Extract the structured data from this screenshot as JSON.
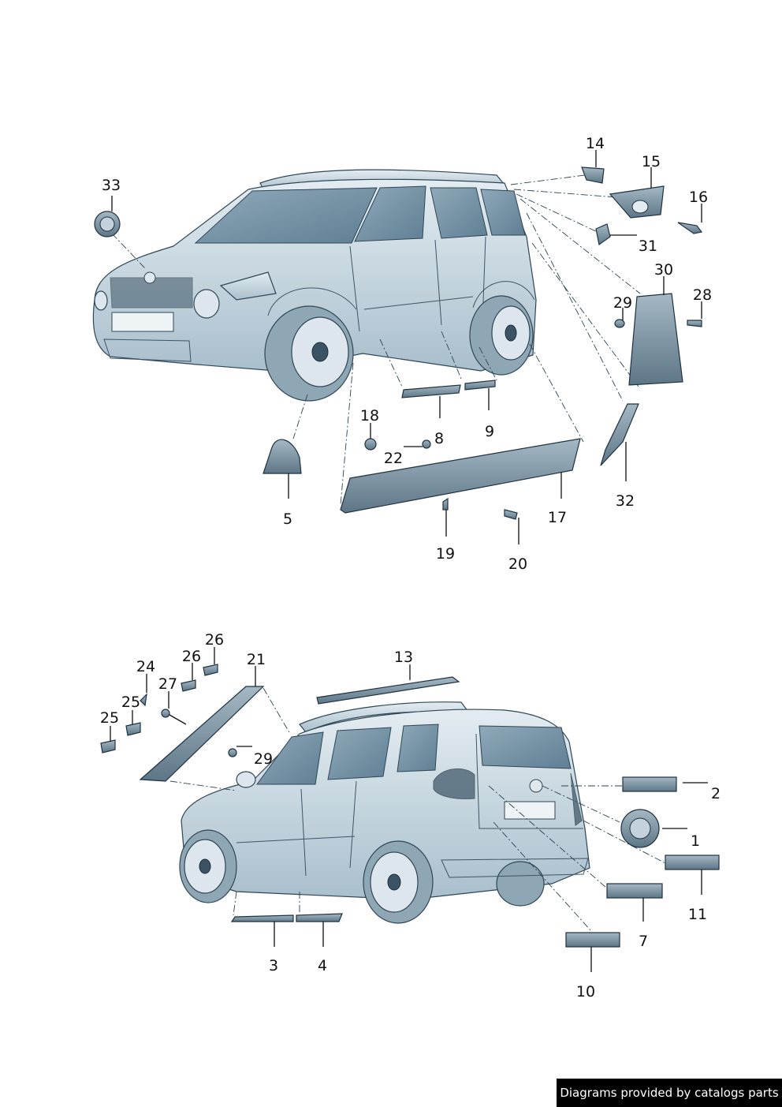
{
  "credit": "Diagrams provided by catalogs parts",
  "callouts": [
    "1",
    "2",
    "3",
    "4",
    "5",
    "7",
    "8",
    "9",
    "10",
    "11",
    "13",
    "14",
    "15",
    "16",
    "17",
    "18",
    "19",
    "20",
    "21",
    "22",
    "24",
    "25",
    "25",
    "26",
    "26",
    "27",
    "28",
    "29",
    "29",
    "30",
    "31",
    "32",
    "33"
  ],
  "colors": {
    "body": "#c7d6df",
    "glass": "#6f8fa3",
    "part": "#7f98a8",
    "ink": "#111111"
  }
}
